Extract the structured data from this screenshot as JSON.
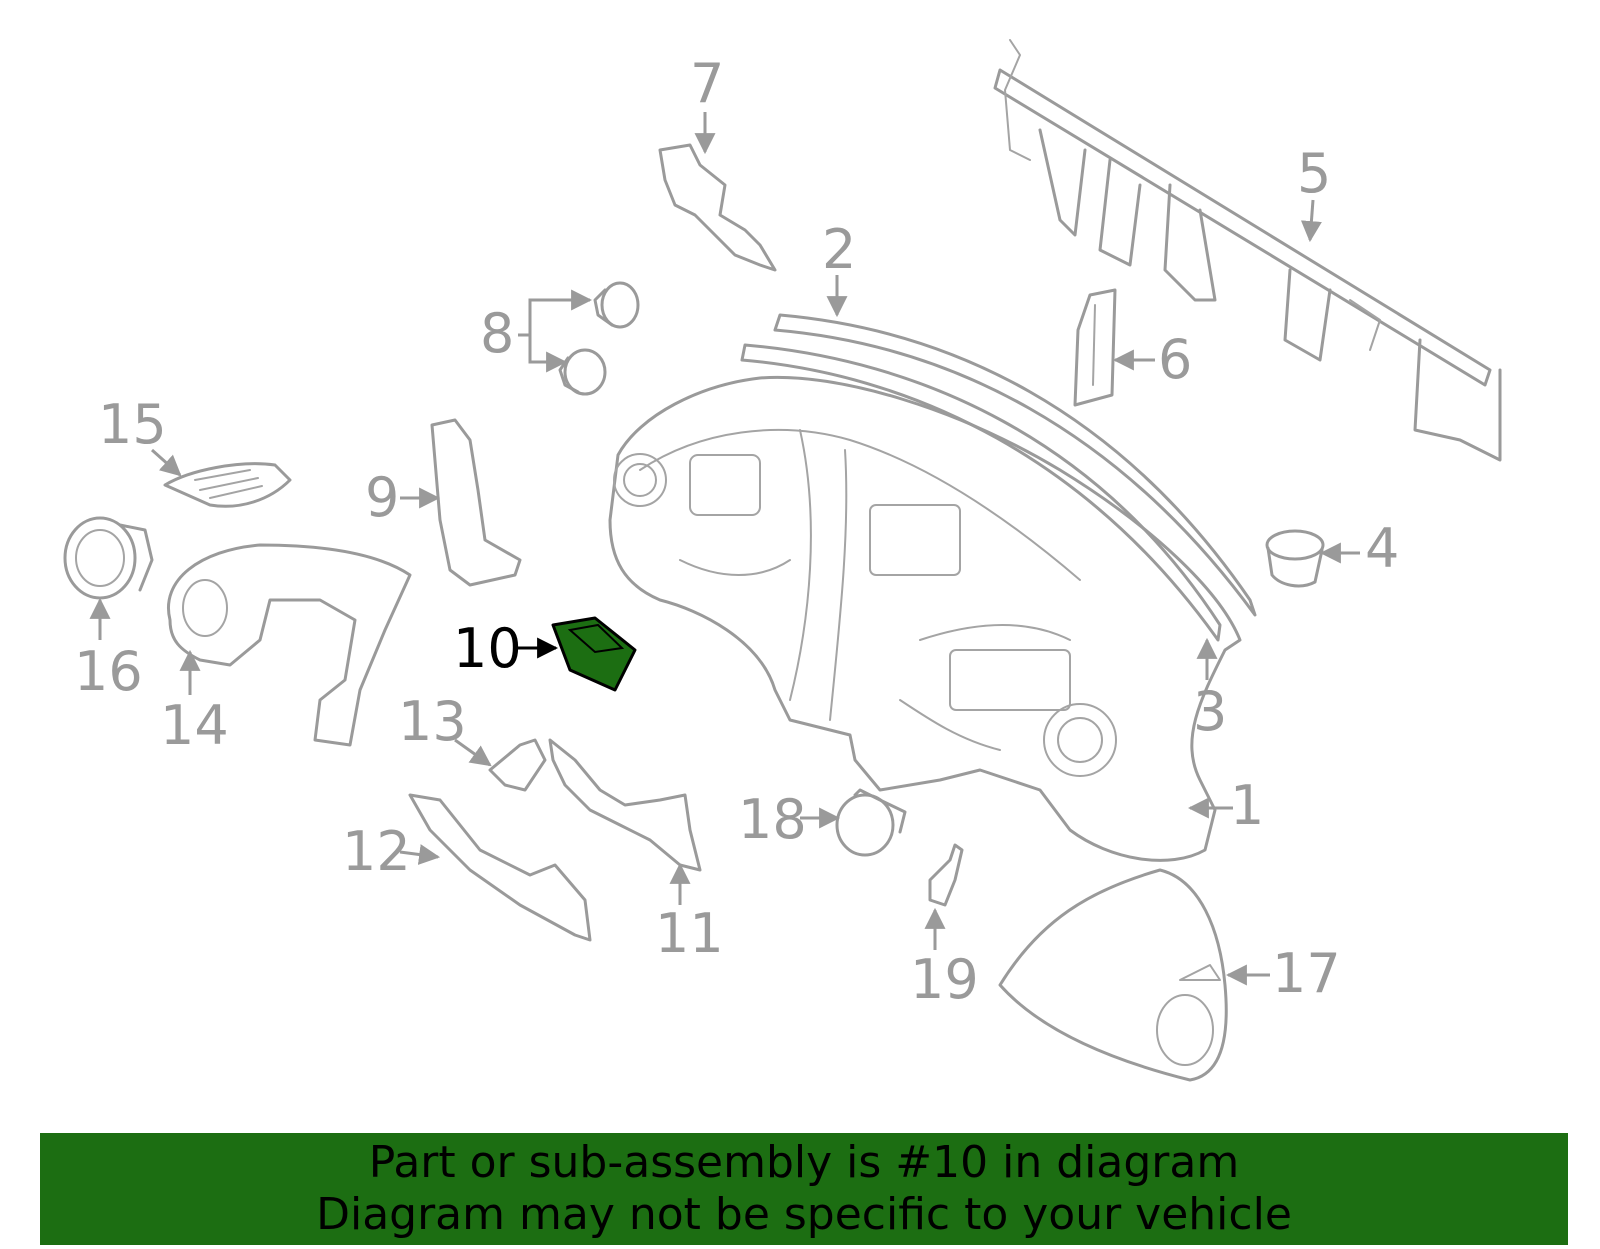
{
  "colors": {
    "part_stroke": "#9a9a9a",
    "highlight_fill": "#1c6e12",
    "highlight_stroke": "#000000",
    "banner_bg": "#1c6e12"
  },
  "highlighted_part": "10",
  "callouts": [
    {
      "id": "1",
      "label": "1"
    },
    {
      "id": "2",
      "label": "2"
    },
    {
      "id": "3",
      "label": "3"
    },
    {
      "id": "4",
      "label": "4"
    },
    {
      "id": "5",
      "label": "5"
    },
    {
      "id": "6",
      "label": "6"
    },
    {
      "id": "7",
      "label": "7"
    },
    {
      "id": "8",
      "label": "8"
    },
    {
      "id": "9",
      "label": "9"
    },
    {
      "id": "10",
      "label": "10"
    },
    {
      "id": "11",
      "label": "11"
    },
    {
      "id": "12",
      "label": "12"
    },
    {
      "id": "13",
      "label": "13"
    },
    {
      "id": "14",
      "label": "14"
    },
    {
      "id": "15",
      "label": "15"
    },
    {
      "id": "16",
      "label": "16"
    },
    {
      "id": "17",
      "label": "17"
    },
    {
      "id": "18",
      "label": "18"
    },
    {
      "id": "19",
      "label": "19"
    }
  ],
  "banner": {
    "line1": "Part or sub-assembly is #10 in diagram",
    "line2": "Diagram may not be specific to your vehicle"
  }
}
